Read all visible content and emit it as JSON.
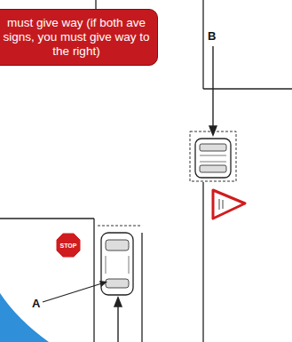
{
  "diagram": {
    "nodes": [
      {
        "text": [
          "must give way (if both ave signs, you must give way to the right)"
        ]
      }
    ],
    "labels": [
      "B",
      "A",
      "STOP"
    ]
  }
}
